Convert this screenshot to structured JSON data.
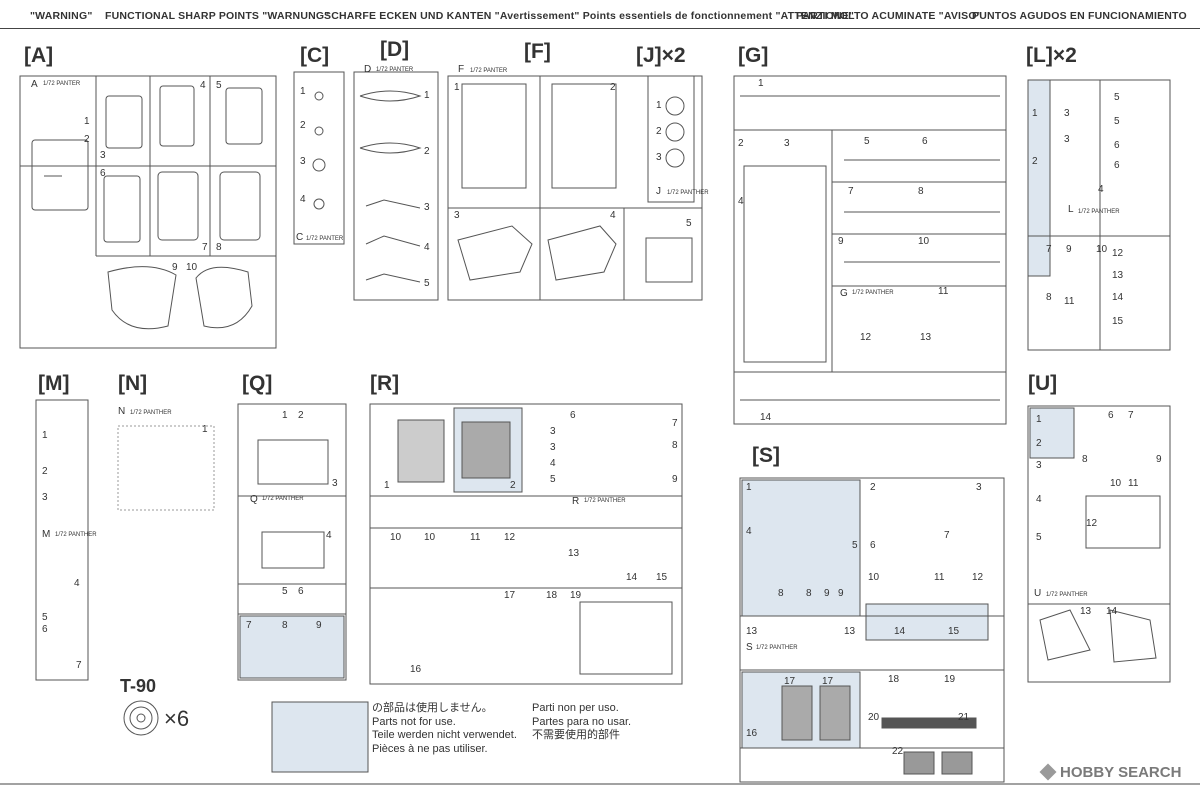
{
  "warning": {
    "parts": [
      "\"WARNING\"",
      "FUNCTIONAL SHARP POINTS \"WARNUNG\"",
      "SCHARFE ECKEN UND KANTEN \"Avertissement\" Points essentiels de fonctionnement \"ATTENZIONE\"",
      "PARTI MOLTO ACUMINATE \"AVISO\"",
      "PUNTOS AGUDOS EN FUNCIONAMIENTO"
    ]
  },
  "sprue_labels": {
    "A": "[A]",
    "C": "[C]",
    "D": "[D]",
    "F": "[F]",
    "J": "[J]×2",
    "G": "[G]",
    "L": "[L]×2",
    "M": "[M]",
    "N": "[N]",
    "Q": "[Q]",
    "R": "[R]",
    "S": "[S]",
    "U": "[U]"
  },
  "sprue_tags": {
    "A": "A",
    "C": "C",
    "D": "D",
    "F": "F",
    "J": "J",
    "G": "G",
    "L": "L",
    "M": "M",
    "N": "N",
    "Q": "Q",
    "R": "R",
    "S": "S",
    "U": "U",
    "panter": "1/72 PANTER",
    "panther": "1/72 PANTHER"
  },
  "part_numbers": {
    "A": [
      "1",
      "2",
      "3",
      "4",
      "5",
      "6",
      "7",
      "8",
      "9",
      "10"
    ],
    "C": [
      "1",
      "2",
      "3",
      "4"
    ],
    "D": [
      "1",
      "2",
      "3",
      "4",
      "5"
    ],
    "F": [
      "1",
      "2",
      "3",
      "4",
      "5"
    ],
    "J": [
      "1",
      "2",
      "3"
    ],
    "G": [
      "1",
      "2",
      "3",
      "4",
      "5",
      "6",
      "7",
      "8",
      "9",
      "10",
      "11",
      "12",
      "13",
      "14"
    ],
    "L": [
      "1",
      "2",
      "3",
      "3",
      "4",
      "5",
      "5",
      "6",
      "6",
      "7",
      "8",
      "9",
      "10",
      "11",
      "12",
      "13",
      "14",
      "15"
    ],
    "M": [
      "1",
      "2",
      "3",
      "4",
      "5",
      "6",
      "7"
    ],
    "N": [
      "1"
    ],
    "Q": [
      "1",
      "2",
      "3",
      "4",
      "5",
      "6",
      "7",
      "8",
      "9"
    ],
    "R": [
      "1",
      "2",
      "3",
      "3",
      "4",
      "5",
      "6",
      "7",
      "8",
      "9",
      "10",
      "10",
      "11",
      "12",
      "13",
      "14",
      "15",
      "16",
      "17",
      "18",
      "19"
    ],
    "S": [
      "1",
      "2",
      "3",
      "4",
      "5",
      "6",
      "7",
      "8",
      "8",
      "9",
      "9",
      "10",
      "11",
      "12",
      "13",
      "13",
      "14",
      "15",
      "16",
      "17",
      "17",
      "18",
      "19",
      "20",
      "21",
      "22"
    ],
    "U": [
      "1",
      "2",
      "3",
      "4",
      "5",
      "6",
      "7",
      "8",
      "9",
      "10",
      "11",
      "12",
      "13",
      "14"
    ]
  },
  "wheel": {
    "name": "T-90",
    "multiplier": "×6"
  },
  "not_used": {
    "lines": [
      "の部品は使用しません。",
      "Parts not for use.",
      "Teile werden nicht verwendet.",
      "Pièces à ne pas utiliser."
    ],
    "lines2": [
      "Parti non per uso.",
      "Partes para no usar.",
      "不需要使用的部件"
    ]
  },
  "watermark": "HOBBY SEARCH",
  "colors": {
    "unused_fill": "#dde6ef",
    "line": "#555555"
  }
}
